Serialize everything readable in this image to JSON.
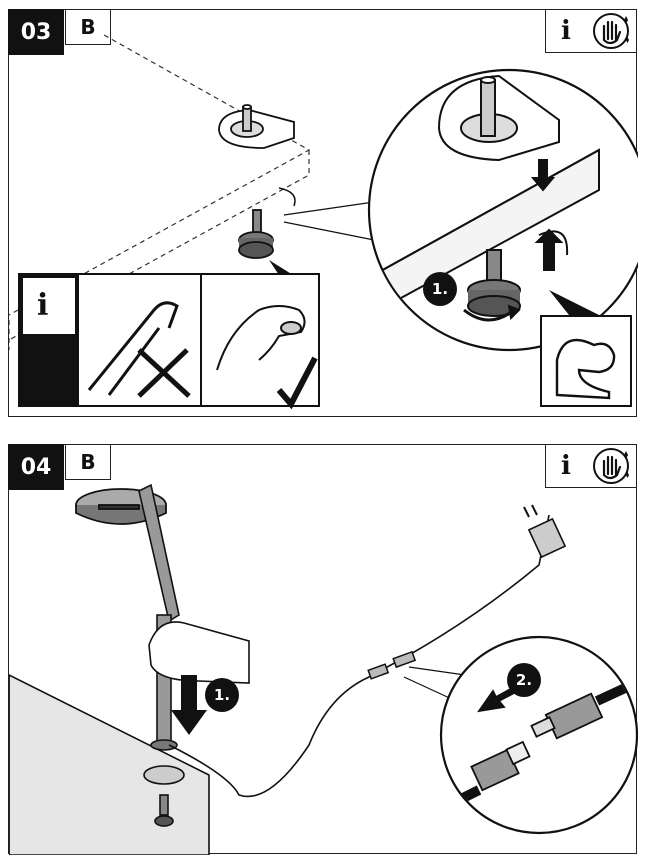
{
  "steps": [
    {
      "number": "03",
      "part": "B",
      "info_label": "i",
      "info_icon": "hand-sparkle-icon",
      "callout": "1.",
      "tools_panel": {
        "info_label": "i",
        "icons": [
          "info-icon",
          "pliers-crossed-icon",
          "hand-tighten-check-icon"
        ]
      },
      "strength_icon": "flexed-arm-icon"
    },
    {
      "number": "04",
      "part": "B",
      "info_label": "i",
      "info_icon": "hand-sparkle-icon",
      "callout_1": "1.",
      "callout_2": "2."
    }
  ]
}
